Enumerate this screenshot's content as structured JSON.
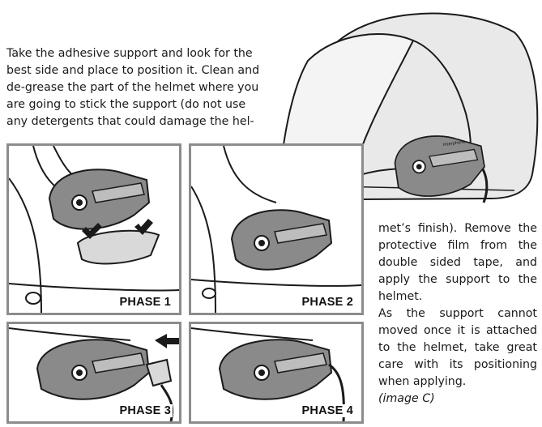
{
  "instructions": {
    "intro_lines": [
      "Take the adhesive support and look for the",
      "best side and place to position it. Clean and",
      "de-grease the part of the helmet where you",
      "are going to stick the support (do not use",
      "any detergents that could damage the hel-"
    ],
    "outro_lines": [
      "met’s finish). Remove the",
      "protective film from the",
      "double sided tape, and",
      "apply the support to the",
      "helmet.",
      "As the support cannot",
      "moved once it is attached",
      "to the helmet, take great",
      "care with its positioning",
      "when applying."
    ],
    "caption": "(image C)"
  },
  "device_brand": "Interphone",
  "phases": [
    {
      "label": "PHASE 1"
    },
    {
      "label": "PHASE 2"
    },
    {
      "label": "PHASE 3"
    },
    {
      "label": "PHASE 4"
    }
  ],
  "colors": {
    "panel_border": "#8c8c8c",
    "line_art": "#1a1a1a",
    "device_fill": "#8a8a8a",
    "helmet_fill": "#e9e9e9"
  }
}
